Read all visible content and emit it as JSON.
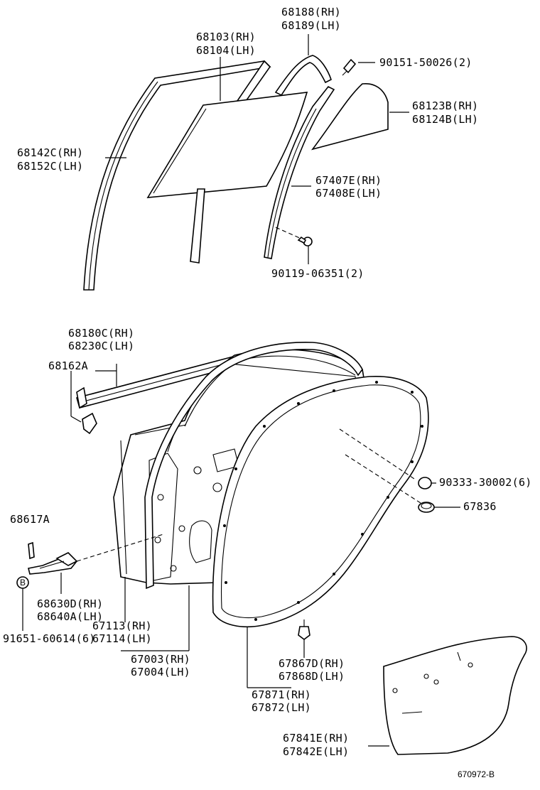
{
  "labels": {
    "p68188": "68188(RH)",
    "p68189": "68189(LH)",
    "p68103": "68103(RH)",
    "p68104": "68104(LH)",
    "p90151": "90151-50026(2)",
    "p68123b": "68123B(RH)",
    "p68124b": "68124B(LH)",
    "p68142c": "68142C(RH)",
    "p68152c": "68152C(LH)",
    "p67407e": "67407E(RH)",
    "p67408e": "67408E(LH)",
    "p90119": "90119-06351(2)",
    "p68180c": "68180C(RH)",
    "p68230c": "68230C(LH)",
    "p68162a": "68162A",
    "p90333": "90333-30002(6)",
    "p67836": "67836",
    "p68617a": "68617A",
    "p68630d": "68630D(RH)",
    "p68640a": "68640A(LH)",
    "p67113": "67113(RH)",
    "p67114": "67114(LH)",
    "p91651": "91651-60614(6)",
    "p67003": "67003(RH)",
    "p67004": "67004(LH)",
    "p67867d": "67867D(RH)",
    "p67868d": "67868D(LH)",
    "p67871": "67871(RH)",
    "p67872": "67872(LH)",
    "p67841e": "67841E(RH)",
    "p67842e": "67842E(LH)",
    "bolt_marker": "B",
    "figure_code": "670972-B"
  }
}
